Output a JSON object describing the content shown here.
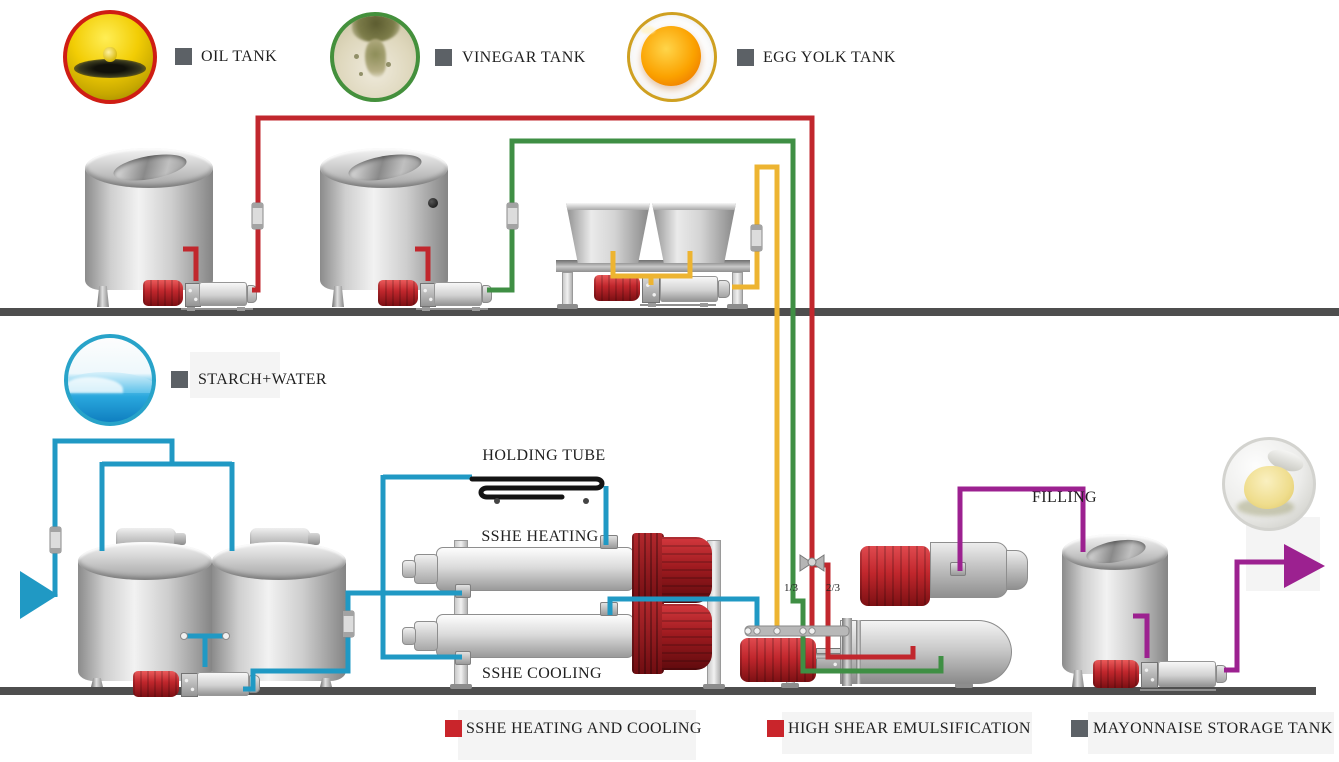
{
  "ingredients": {
    "oil": {
      "label": "OIL TANK",
      "ring_color": "#cf1d14"
    },
    "vinegar": {
      "label": "VINEGAR TANK",
      "ring_color": "#44903c"
    },
    "egg_yolk": {
      "label": "EGG YOLK TANK",
      "ring_color": "#cfa021"
    },
    "starch_water": {
      "label": "STARCH+WATER",
      "ring_color": "#28a3c9"
    }
  },
  "labels": {
    "holding_tube": "HOLDING TUBE",
    "sshe_heating": "SSHE HEATING",
    "sshe_cooling": "SSHE COOLING",
    "filling": "FILLING",
    "valve_split_left": "1/3",
    "valve_split_right": "2/3"
  },
  "legend": [
    {
      "label": "SSHE HEATING AND COOLING",
      "marker_color": "#c9252b"
    },
    {
      "label": "HIGH SHEAR EMULSIFICATION",
      "marker_color": "#c9252b"
    },
    {
      "label": "MAYONNAISE STORAGE TANK",
      "marker_color": "#5c6166"
    }
  ],
  "pipe_colors": {
    "oil": "#c1272d",
    "vinegar": "#3f8f44",
    "egg_yolk": "#edb431",
    "starch_water": "#2099c4",
    "mayonnaise": "#9c2190"
  },
  "floor_color": "#4e4e4e",
  "label_marker_color": "#5c6166"
}
